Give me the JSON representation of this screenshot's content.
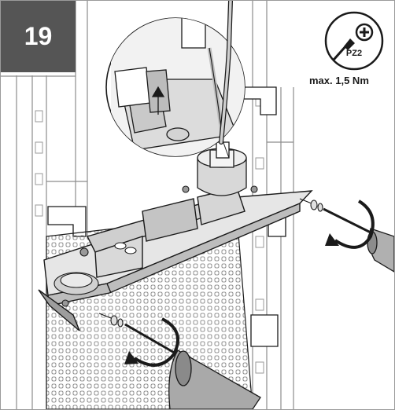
{
  "step": {
    "number": "19"
  },
  "tool": {
    "bit_label": "PZ2",
    "torque_label": "max. 1,5 Nm",
    "icon": "screwdriver-icon"
  },
  "colors": {
    "badge": "#555555",
    "line": "#1a1a1a",
    "frame": "#9a9a9a"
  }
}
